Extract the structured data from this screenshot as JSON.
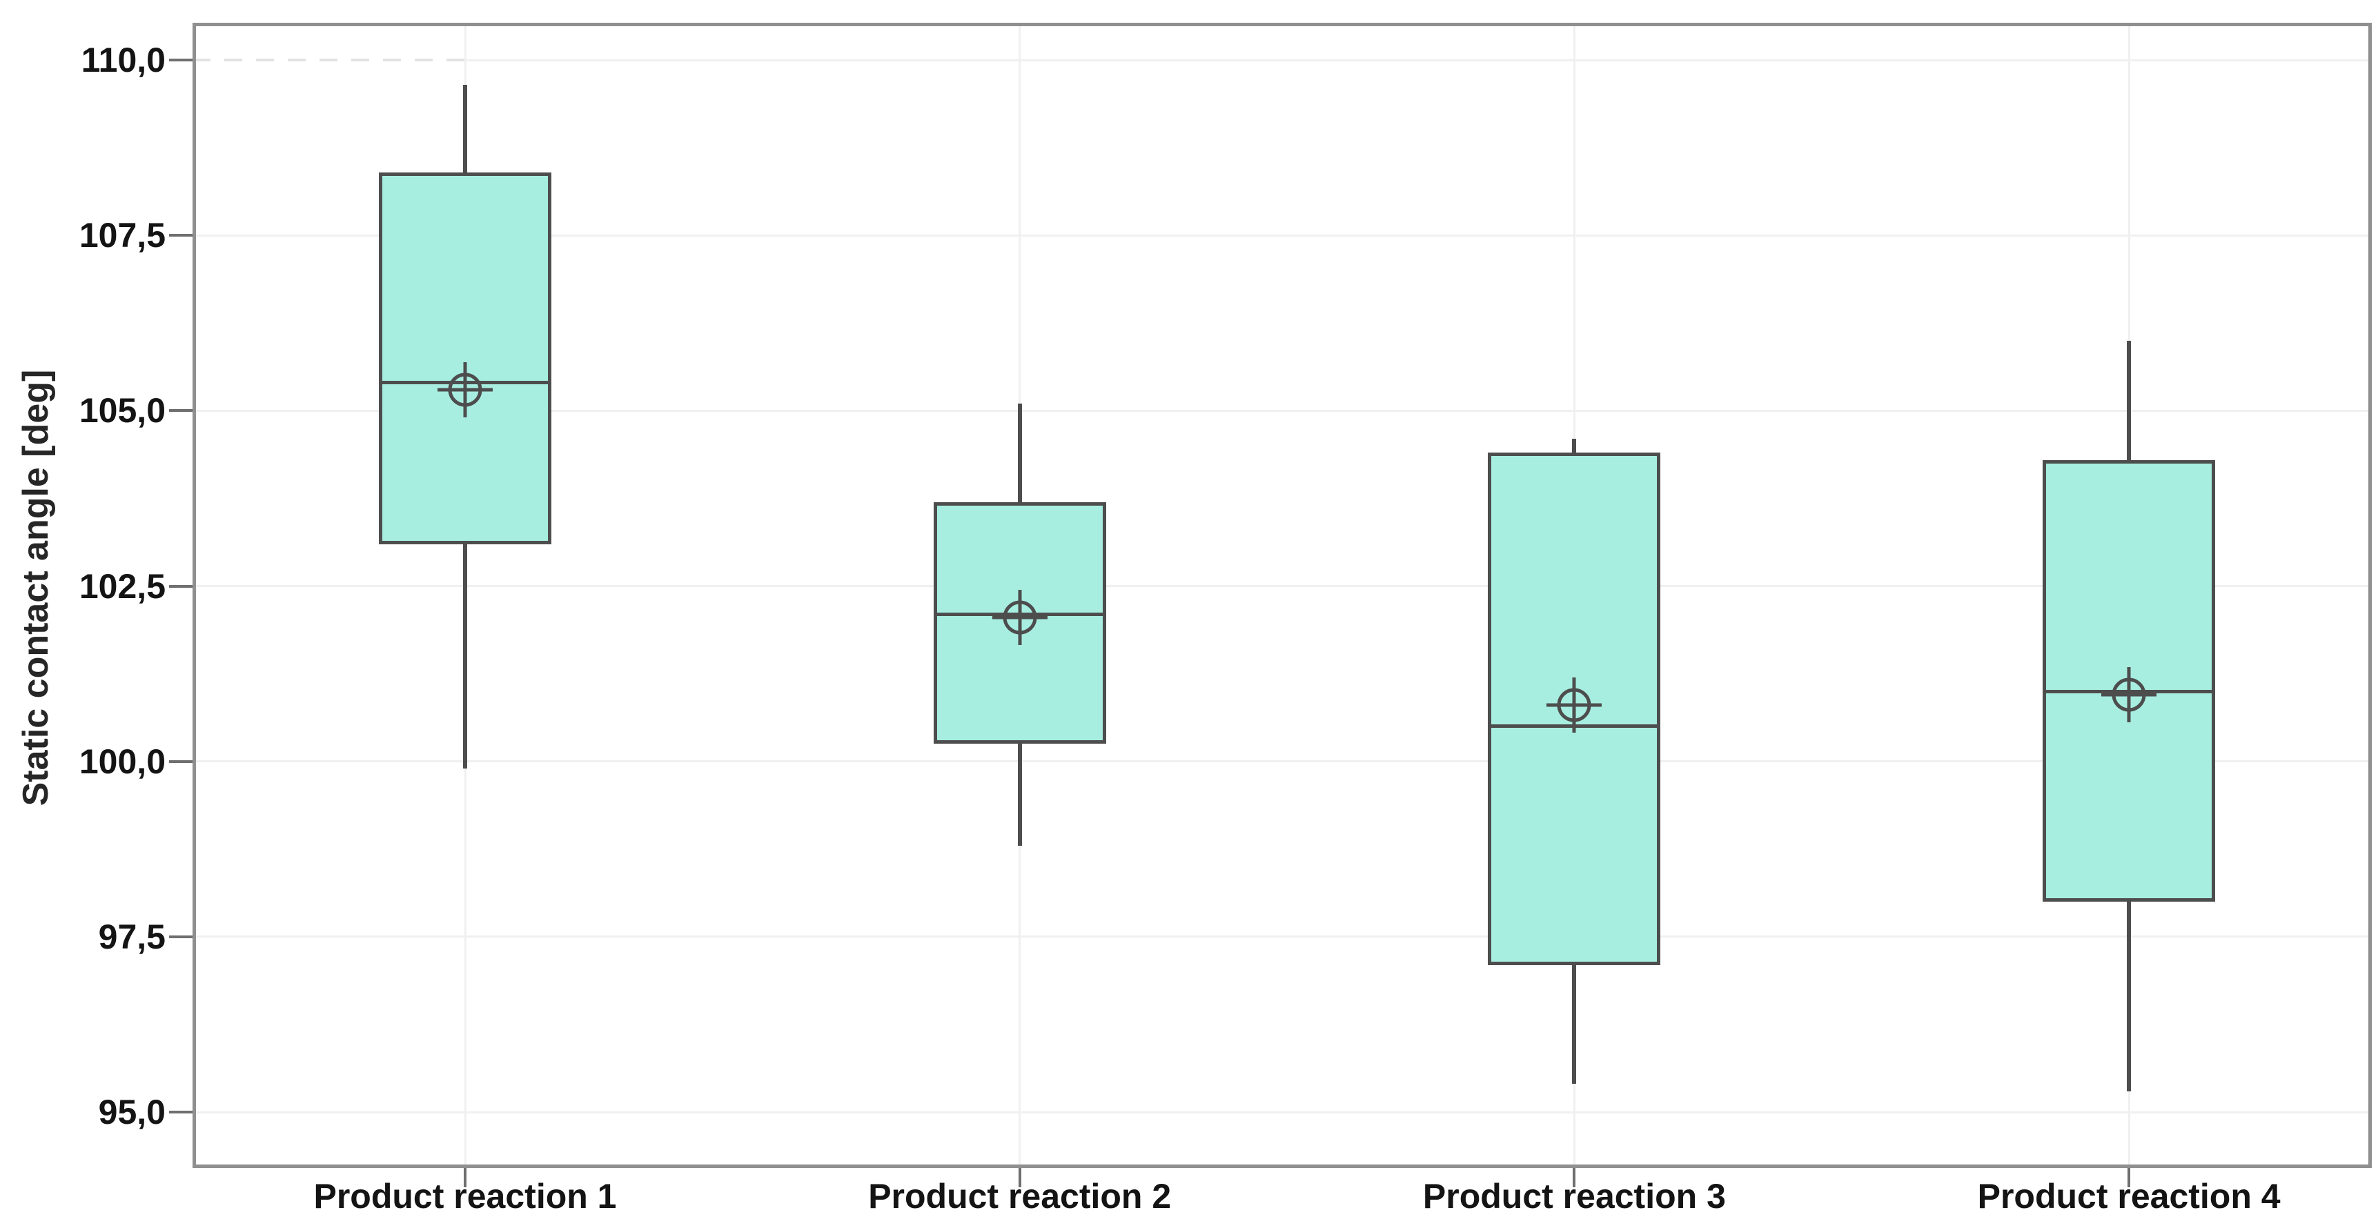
{
  "y_axis": {
    "title": "Static contact angle [deg]",
    "tick_labels": [
      "110,0",
      "107,5",
      "105,0",
      "102,5",
      "100,0",
      "97,5",
      "95,0"
    ],
    "tick_values": [
      110.0,
      107.5,
      105.0,
      102.5,
      100.0,
      97.5,
      95.0
    ],
    "decimal_separator": ","
  },
  "x_axis": {
    "categories": [
      "Product reaction 1",
      "Product reaction 2",
      "Product reaction 3",
      "Product reaction 4"
    ]
  },
  "chart_data": {
    "type": "box",
    "title": "",
    "ylabel": "Static contact angle [deg]",
    "xlabel": "",
    "ylim": [
      94.2,
      110.55
    ],
    "grid": "horizontal major gridlines + faint vertical gridline at each category center; topmost (110.0) gridline dashed left of first category",
    "legend_position": "none",
    "mean_marker": "circle-with-crosshair",
    "categories": [
      "Product reaction 1",
      "Product reaction 2",
      "Product reaction 3",
      "Product reaction 4"
    ],
    "series": [
      {
        "name": "Product reaction 1",
        "whisker_low": 99.9,
        "q1": 103.1,
        "median": 105.4,
        "mean": 105.3,
        "q3": 108.4,
        "whisker_high": 109.65
      },
      {
        "name": "Product reaction 2",
        "whisker_low": 98.8,
        "q1": 100.25,
        "median": 102.1,
        "mean": 102.05,
        "q3": 103.7,
        "whisker_high": 105.1
      },
      {
        "name": "Product reaction 3",
        "whisker_low": 95.4,
        "q1": 97.1,
        "median": 100.5,
        "mean": 100.8,
        "q3": 104.4,
        "whisker_high": 104.6
      },
      {
        "name": "Product reaction 4",
        "whisker_low": 95.3,
        "q1": 98.0,
        "median": 101.0,
        "mean": 100.95,
        "q3": 104.3,
        "whisker_high": 106.0
      }
    ]
  },
  "colors": {
    "box_fill": "#a7eee1",
    "box_border": "#4d4d4d",
    "whisker": "#4d4d4d",
    "median_line": "#4d4d4d",
    "mean_marker": "#4d4d4d",
    "frame": "#8f8f8f",
    "gridline": "#f0f0f0",
    "dashed_gridline": "#e2e2e2",
    "tick_mark": "#6f6f6f",
    "tick_label": "#141414",
    "background": "#ffffff"
  }
}
